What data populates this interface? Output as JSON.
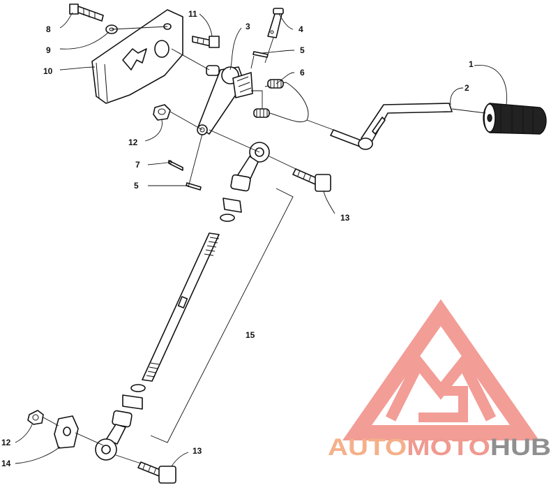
{
  "callouts": {
    "c1": "1",
    "c2": "2",
    "c3": "3",
    "c4": "4",
    "c5a": "5",
    "c5b": "5",
    "c6": "6",
    "c7": "7",
    "c8": "8",
    "c9": "9",
    "c10": "10",
    "c11": "11",
    "c12a": "12",
    "c12b": "12",
    "c13a": "13",
    "c13b": "13",
    "c14": "14",
    "c15": "15"
  },
  "watermark": {
    "auto": "AUTO",
    "moto": "MOTO",
    "hub": "HUB",
    "colors": {
      "auto": "#f5b08a",
      "moto": "#f09a90",
      "hub": "#8f8f8f",
      "logo": "#f08c84"
    }
  }
}
